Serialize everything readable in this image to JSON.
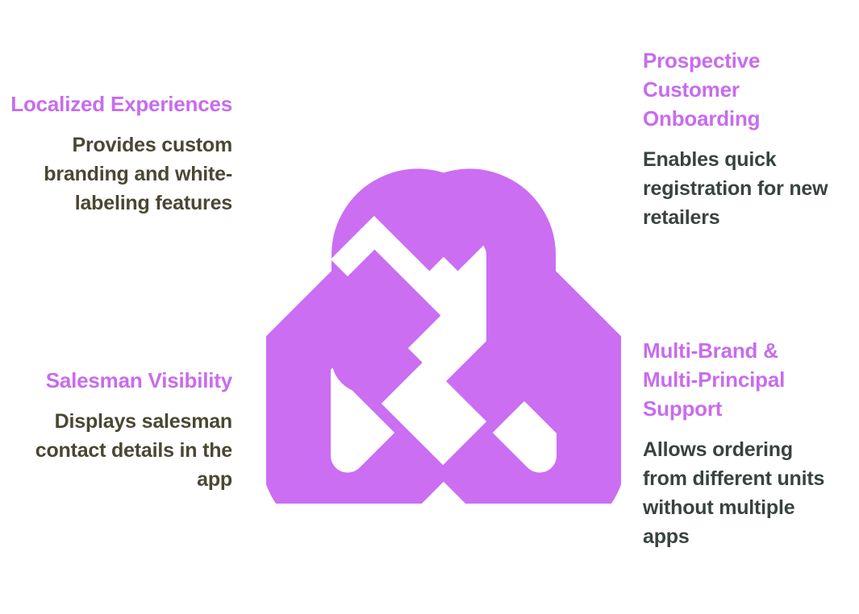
{
  "palette": {
    "background": "#ffffff",
    "knot_purple": "#cb6ef2",
    "heading_purple": "#c86ced",
    "body_olive": "#4a4733",
    "body_slate": "#39433f"
  },
  "graphic": {
    "name": "interlocking-celtic-knot",
    "description": "Two interlocking purple loops forming a square Celtic knot",
    "color": "#cb6ef2"
  },
  "blocks": {
    "localized": {
      "heading": "Localized Experiences",
      "body": "Provides custom branding and white-labeling features",
      "heading_color": "#c86ced",
      "body_color": "#4a4733",
      "align": "right"
    },
    "salesman": {
      "heading": "Salesman Visibility",
      "body": "Displays salesman contact details in the app",
      "heading_color": "#c86ced",
      "body_color": "#4a4733",
      "align": "right"
    },
    "onboarding": {
      "heading": "Prospective Customer Onboarding",
      "body": "Enables quick registration for new retailers",
      "heading_color": "#c86ced",
      "body_color": "#39433f",
      "align": "left"
    },
    "multibrand": {
      "heading": "Multi-Brand & Multi-Principal Support",
      "body": "Allows ordering from different units without multiple apps",
      "heading_color": "#c86ced",
      "body_color": "#39433f",
      "align": "left"
    }
  }
}
